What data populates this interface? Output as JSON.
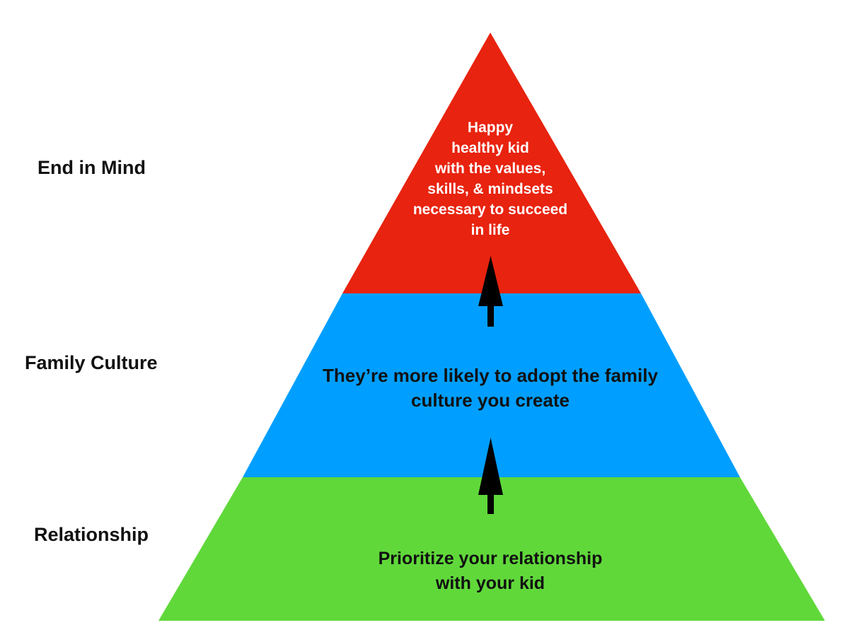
{
  "labels": {
    "top": "End in Mind",
    "middle": "Family Culture",
    "bottom": "Relationship"
  },
  "tiers": {
    "top": {
      "lines": [
        "Happy",
        "healthy kid",
        "with the values,",
        "skills, & mindsets",
        "necessary to succeed",
        "in life"
      ],
      "color": "#E8230F",
      "text_color": "#FFFFFF"
    },
    "middle": {
      "lines": [
        "They’re more likely to adopt the family",
        "culture you create"
      ],
      "color": "#009FFF",
      "text_color": "#111111"
    },
    "bottom": {
      "lines": [
        "Prioritize your relationship",
        "with your kid"
      ],
      "color": "#60D83A",
      "text_color": "#111111"
    }
  },
  "arrows": {
    "color": "#000000",
    "icon": "up-arrow-icon"
  }
}
